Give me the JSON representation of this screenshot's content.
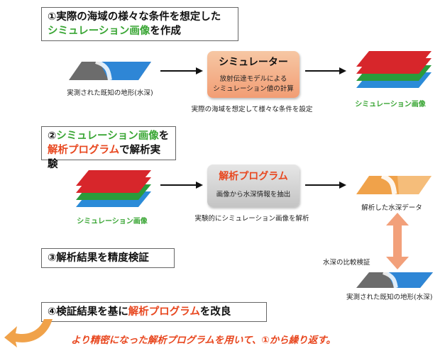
{
  "step1": {
    "num": "①",
    "line1": "実際の海域の様々な条件を想定した",
    "line2_green": "シミュレーション画像",
    "line2_rest": "を作成"
  },
  "simulator": {
    "title": "シミュレーター",
    "desc_line1": "放射伝達モデルによる",
    "desc_line2": "シミュレーション値の計算",
    "caption": "実際の海域を想定して様々な条件を設定"
  },
  "known_terrain_label": "実測された既知の地形(水深)",
  "sim_image_label": "シミュレーション画像",
  "step2": {
    "num": "②",
    "line1_green": "シミュレーション画像",
    "line1_rest": "を",
    "line2_red": "解析プログラム",
    "line2_rest": "で解析実験"
  },
  "analysis": {
    "title": "解析プログラム",
    "desc": "画像から水深情報を抽出",
    "caption": "実験的にシミュレーション画像を解析"
  },
  "depth_data_label": "解析した水深データ",
  "step3": {
    "text": "③解析結果を精度検証"
  },
  "compare_label": "水深の比較検証",
  "known_terrain_label2": "実測された既知の地形(水深)",
  "step4": {
    "prefix": "④検証結果を基に",
    "red": "解析プログラム",
    "suffix": "を改良"
  },
  "footer": "より精密になった解析プログラムを用いて、①から繰り返す。",
  "colors": {
    "green": "#3aa635",
    "red": "#e8471f",
    "orange": "#f0a24a",
    "layer_red": "#d7262b",
    "layer_green": "#2a9b3b",
    "layer_blue": "#2b8bd8"
  }
}
